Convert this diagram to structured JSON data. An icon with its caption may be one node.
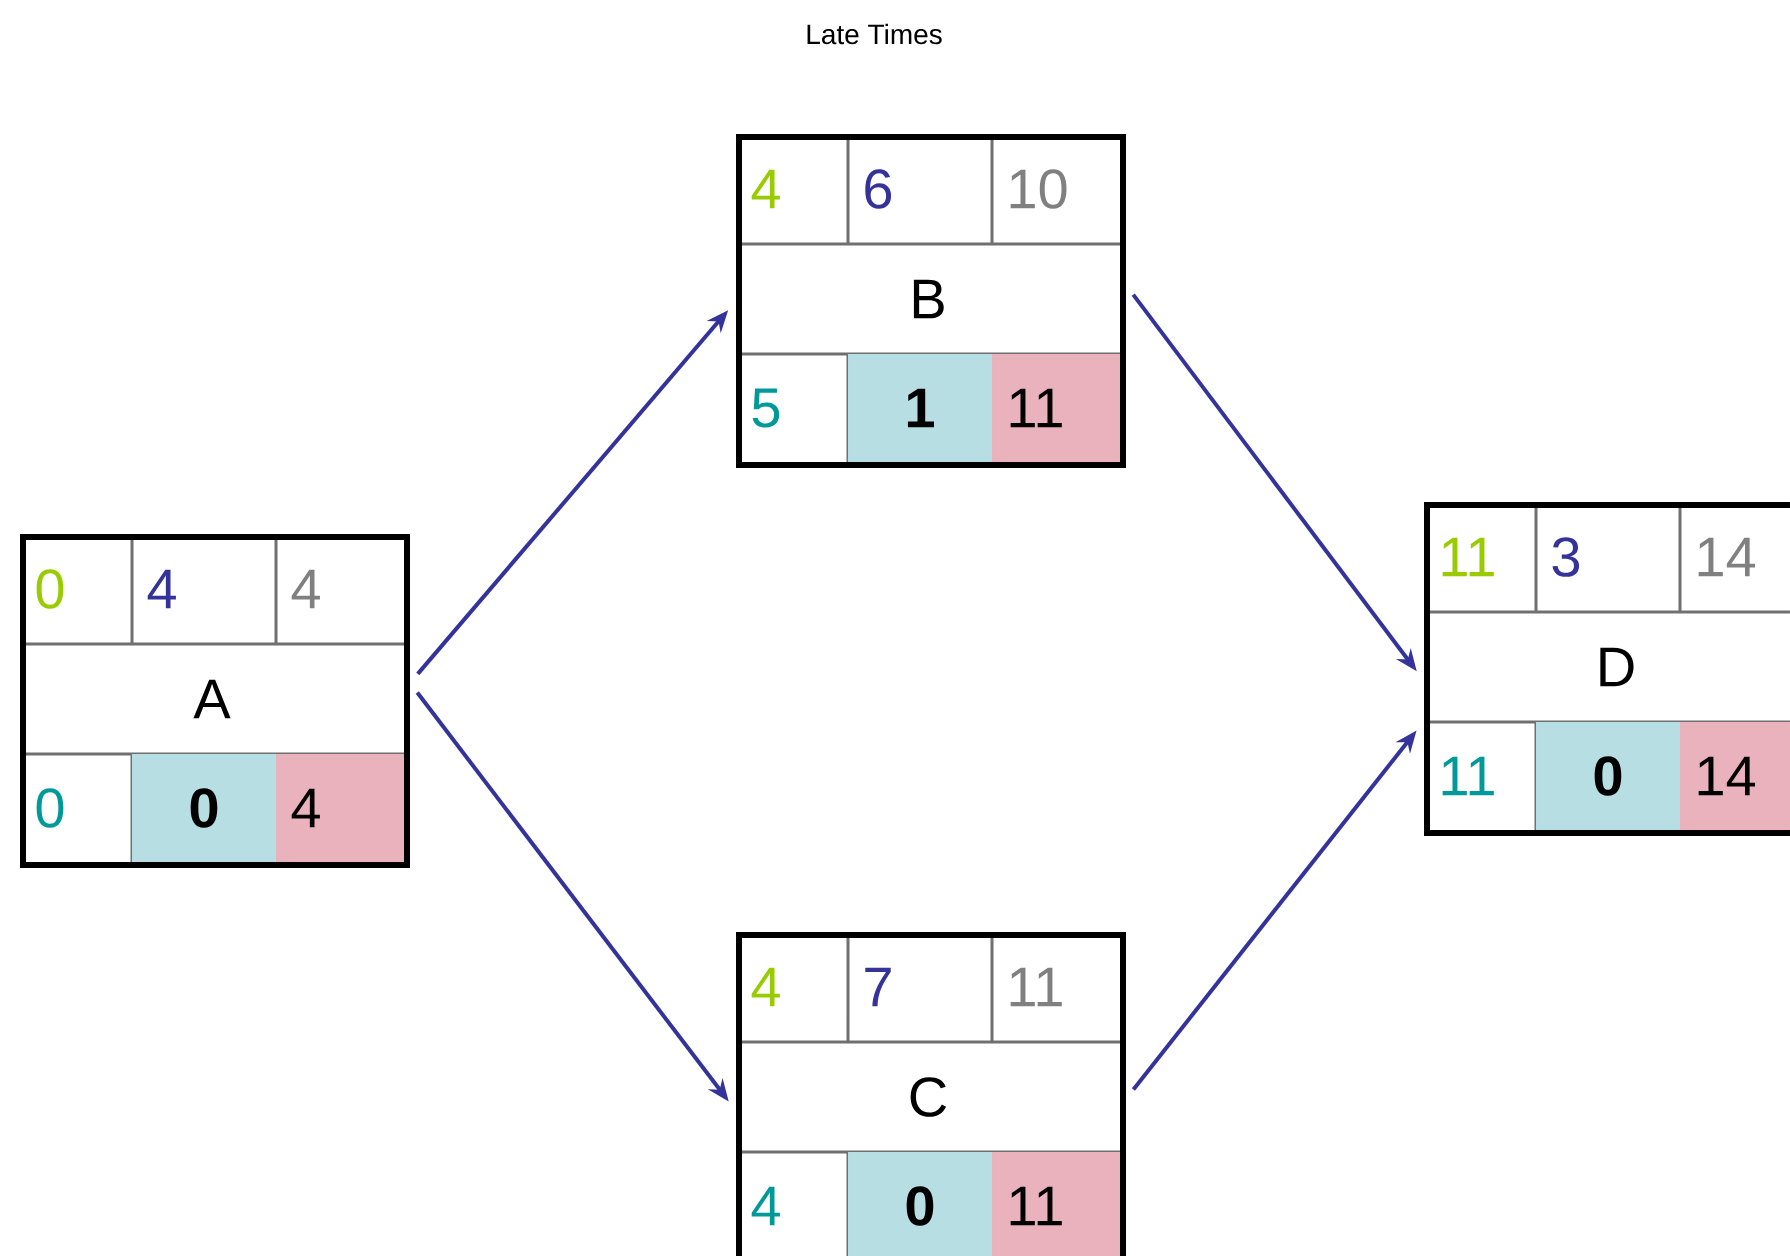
{
  "diagram": {
    "title": "Late Times",
    "nodes": [
      {
        "text": [
          "0",
          "4",
          "4",
          "A",
          "0",
          "0",
          "4"
        ]
      },
      {
        "text": [
          "4",
          "6",
          "10",
          "B",
          "5",
          "1",
          "11"
        ]
      },
      {
        "text": [
          "4",
          "7",
          "11",
          "C",
          "4",
          "0",
          "11"
        ]
      },
      {
        "text": [
          "11",
          "3",
          "14",
          "D",
          "11",
          "0",
          "14"
        ]
      }
    ],
    "edges": [
      {
        "from": 0,
        "to": 1,
        "arrow": "to"
      },
      {
        "from": 0,
        "to": 2,
        "arrow": "to"
      },
      {
        "from": 1,
        "to": 3,
        "arrow": "to"
      },
      {
        "from": 2,
        "to": 3,
        "arrow": "to"
      }
    ]
  }
}
